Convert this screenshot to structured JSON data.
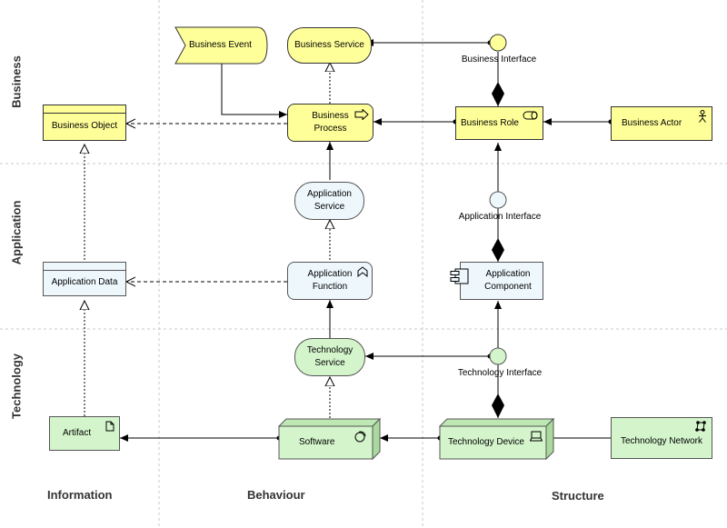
{
  "layers": {
    "business": "Business",
    "application": "Application",
    "technology": "Technology"
  },
  "columns": {
    "information": "Information",
    "behaviour": "Behaviour",
    "structure": "Structure"
  },
  "elements": {
    "business_event": "Business Event",
    "business_service": "Business Service",
    "business_interface": "Business Interface",
    "business_object": "Business Object",
    "business_process": "Business Process",
    "business_role": "Business Role",
    "business_actor": "Business Actor",
    "application_service": "Application Service",
    "application_interface": "Application Interface",
    "application_data": "Application Data",
    "application_function": "Application Function",
    "application_component": "Application Component",
    "technology_service": "Technology Service",
    "technology_interface": "Technology Interface",
    "artifact": "Artifact",
    "software": "Software",
    "technology_device": "Technology Device",
    "technology_network": "Technology Network"
  },
  "colors": {
    "business": "#ffff99",
    "application": "#eef8fc",
    "technology": "#d4f5cc",
    "line": "#000000",
    "divider": "#c8c8c8"
  },
  "icons": [
    "process-arrow-icon",
    "role-icon",
    "actor-icon",
    "function-icon",
    "component-icon",
    "artifact-icon",
    "system-software-icon",
    "device-icon",
    "network-icon"
  ]
}
